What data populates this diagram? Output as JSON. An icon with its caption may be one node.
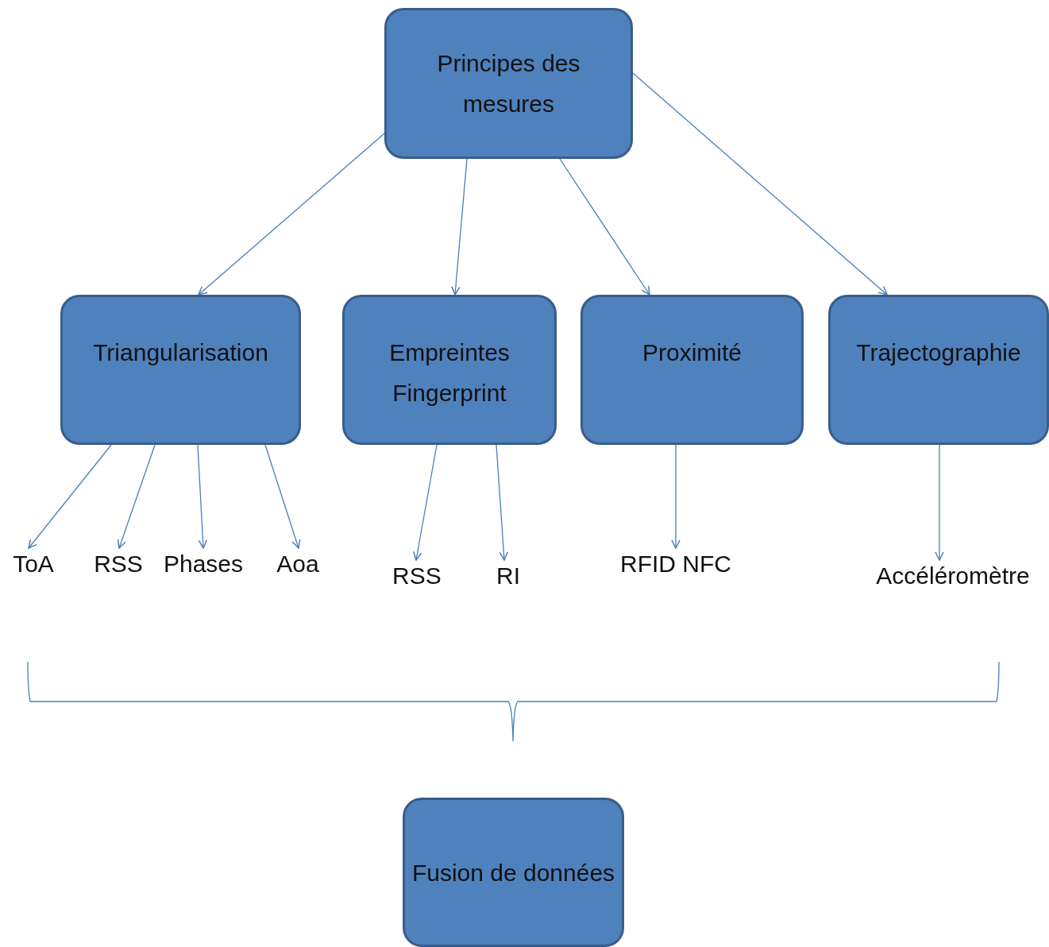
{
  "diagram": {
    "nodes": [
      {
        "text": [
          "Principes des mesures"
        ]
      },
      {
        "text": [
          "Triangularisation"
        ]
      },
      {
        "text": [
          "Empreintes Fingerprint"
        ]
      },
      {
        "text": [
          "Proximité"
        ]
      },
      {
        "text": [
          "Trajectographie"
        ]
      },
      {
        "text": [
          "ToA"
        ]
      },
      {
        "text": [
          "RSS"
        ]
      },
      {
        "text": [
          "Phases"
        ]
      },
      {
        "text": [
          "Aoa"
        ]
      },
      {
        "text": [
          "RSS"
        ]
      },
      {
        "text": [
          "RI"
        ]
      },
      {
        "text": [
          "RFID NFC"
        ]
      },
      {
        "text": [
          "Accéléromètre"
        ]
      },
      {
        "text": [
          "Fusion de données"
        ]
      }
    ],
    "edges": [
      {
        "from": 0,
        "to": 1,
        "arrow": "to"
      },
      {
        "from": 0,
        "to": 2,
        "arrow": "to"
      },
      {
        "from": 0,
        "to": 3,
        "arrow": "to"
      },
      {
        "from": 0,
        "to": 4,
        "arrow": "to"
      },
      {
        "from": 1,
        "to": 5,
        "arrow": "to"
      },
      {
        "from": 1,
        "to": 6,
        "arrow": "to"
      },
      {
        "from": 1,
        "to": 7,
        "arrow": "to"
      },
      {
        "from": 1,
        "to": 8,
        "arrow": "to"
      },
      {
        "from": 2,
        "to": 9,
        "arrow": "to"
      },
      {
        "from": 2,
        "to": 10,
        "arrow": "to"
      },
      {
        "from": 3,
        "to": 11,
        "arrow": "to"
      },
      {
        "from": 4,
        "to": 12,
        "arrow": "to"
      }
    ]
  }
}
